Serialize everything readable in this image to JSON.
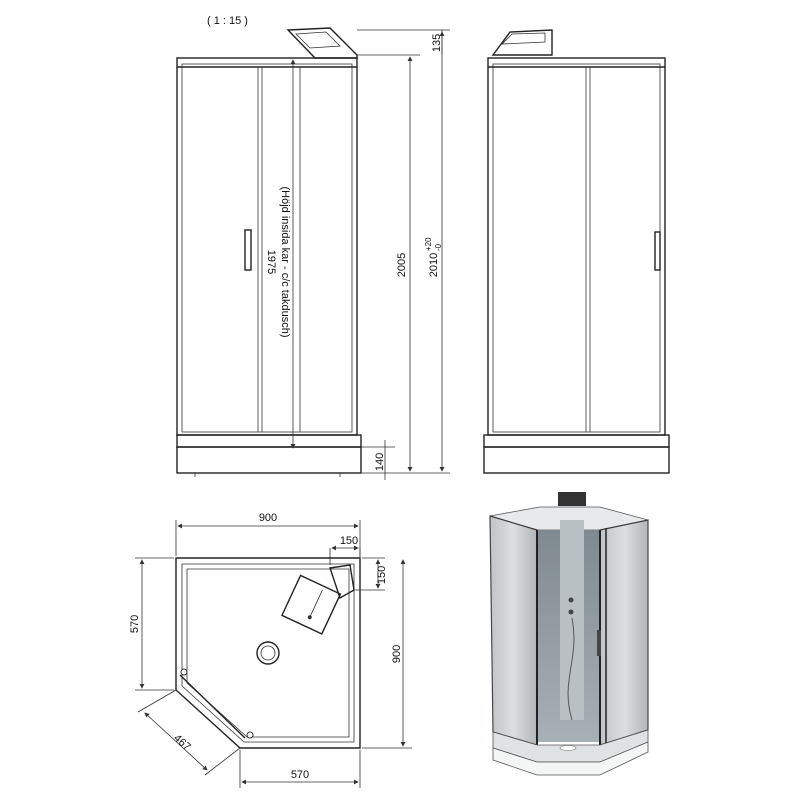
{
  "drawing": {
    "scale": "( 1 : 15 )",
    "front_view": {
      "inner_height": "1975",
      "inner_height_note": "(Höjd insida kar - c/c takdusch)",
      "total_height": "2005",
      "total_height_tol": "2010",
      "tol_plus": "+20",
      "tol_minus": "-0",
      "top_height": "135",
      "tray_height": "140"
    },
    "plan_view": {
      "width": "900",
      "depth": "900",
      "side_left": "570",
      "side_bottom": "570",
      "diagonal": "467",
      "corner_x": "150",
      "corner_y": "150"
    }
  }
}
